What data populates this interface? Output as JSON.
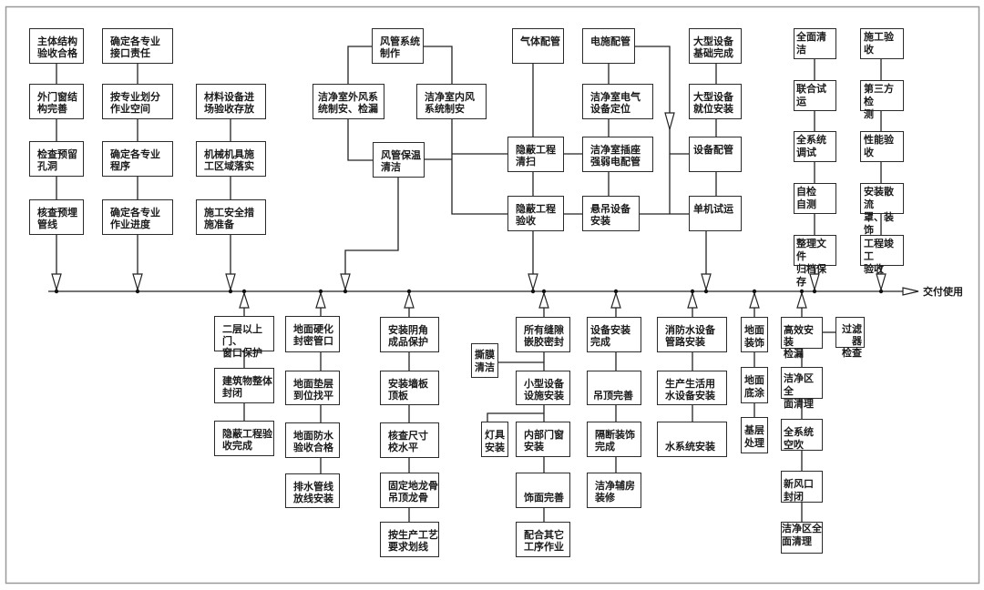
{
  "flow": {
    "end_label": "交付使用",
    "upper": {
      "structure": [
        "主体结构\n验收合格",
        "外门窗结\n构完善",
        "检查预留\n孔洞",
        "核查预埋\n管线"
      ],
      "coordination": [
        "确定各专业\n接口责任",
        "按专业划分\n作业空间",
        "确定各专业\n程序",
        "确定各专业\n作业进度"
      ],
      "materials": [
        "材料设备进\n场验收存放",
        "机械机具施\n工区域落实",
        "施工安全措\n施准备"
      ],
      "ductwork": {
        "fabrication": "风管系统\n制作",
        "outdoor_air": "洁净室外风系\n统制安、检漏",
        "indoor_air": "洁净室内风\n系统制安",
        "insulation_cleaning": "风管保温\n清洁"
      },
      "concealed": {
        "gas_piping": "气体配管",
        "cleaning": "隐蔽工程\n清扫",
        "acceptance": "隐蔽工程\n验收"
      },
      "electrical": {
        "conduit": "电施配管",
        "positioning": "洁净室电气\n设备定位",
        "sockets": "洁净室插座\n强弱电配管",
        "hanging_equipment": "悬吊设备\n安装"
      },
      "equipment": [
        "大型设备\n基础完成",
        "大型设备\n就位安装",
        "设备配管",
        "单机试运"
      ],
      "commissioning": [
        "全面清洁",
        "联合试运",
        "全系统\n调试",
        "自检\n自测",
        "整理文件\n归档保存"
      ],
      "acceptance": [
        "施工验收",
        "第三方检\n测",
        "性能验收",
        "安装散流\n罩、装饰",
        "工程竣工\n验收"
      ]
    },
    "lower": {
      "enclosure": [
        "二层以上门、\n窗口保护",
        "建筑物整体\n封闭",
        "隐蔽工程验\n收完成"
      ],
      "floor_base": [
        "地面硬化\n封密管口",
        "地面垫层\n到位找平",
        "地面防水\n验收合格",
        "排水管线\n放线安装"
      ],
      "wall_ceiling": [
        "安装阴角\n成品保护",
        "安装墙板\n顶板",
        "核查尺寸\n校水平",
        "固定地龙骨\n吊顶龙骨",
        "按生产工艺\n要求划线"
      ],
      "sealing": {
        "main": [
          "所有缝隙\n嵌胶密封",
          "小型设备\n设施安装",
          "内部门窗\n安装",
          "饰面完善",
          "配合其它\n工序作业"
        ],
        "film_cleaning": "撕膜\n清洁",
        "lighting": "灯具\n安装"
      },
      "equipment_finish": [
        "设备安装\n完成",
        "吊顶完善",
        "隔断装饰\n完成",
        "洁净辅房\n装修"
      ],
      "water": [
        "消防水设备\n管路安装",
        "生产生活用\n水设备安装",
        "水系统安装"
      ],
      "floor_finish": [
        "地面\n装饰",
        "地面\n底涂",
        "基层\n处理"
      ],
      "hepa": {
        "main": [
          "高效安装\n检漏",
          "洁净区全\n面清理",
          "全系统\n空吹",
          "新风口\n封闭",
          "洁净区全\n面清理"
        ],
        "filter_check": "过滤器\n检查"
      }
    }
  }
}
